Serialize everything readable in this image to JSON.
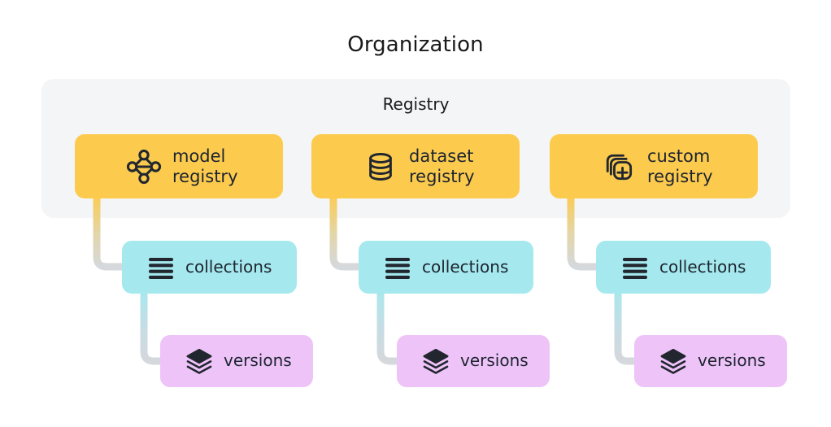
{
  "diagram": {
    "title": "Organization",
    "panel": {
      "label": "Registry",
      "background_color": "#F4F5F7"
    },
    "colors": {
      "registry_card": "#FCCB4E",
      "collections_card": "#A5E9EE",
      "versions_card": "#EEC4F8",
      "panel": "#F4F5F7",
      "text": "#1D2430",
      "connector_gray": "#D5D8DC",
      "page_background": "#FFFFFF"
    },
    "columns": [
      {
        "registry": {
          "label": "model\nregistry",
          "icon": "node-graph-icon"
        },
        "collections": {
          "label": "collections",
          "icon": "list-lines-icon"
        },
        "versions": {
          "label": "versions",
          "icon": "layers-stack-icon"
        }
      },
      {
        "registry": {
          "label": "dataset\nregistry",
          "icon": "database-cylinder-icon"
        },
        "collections": {
          "label": "collections",
          "icon": "list-lines-icon"
        },
        "versions": {
          "label": "versions",
          "icon": "layers-stack-icon"
        }
      },
      {
        "registry": {
          "label": "custom\nregistry",
          "icon": "stacked-squares-plus-icon"
        },
        "collections": {
          "label": "collections",
          "icon": "list-lines-icon"
        },
        "versions": {
          "label": "versions",
          "icon": "layers-stack-icon"
        }
      }
    ]
  }
}
